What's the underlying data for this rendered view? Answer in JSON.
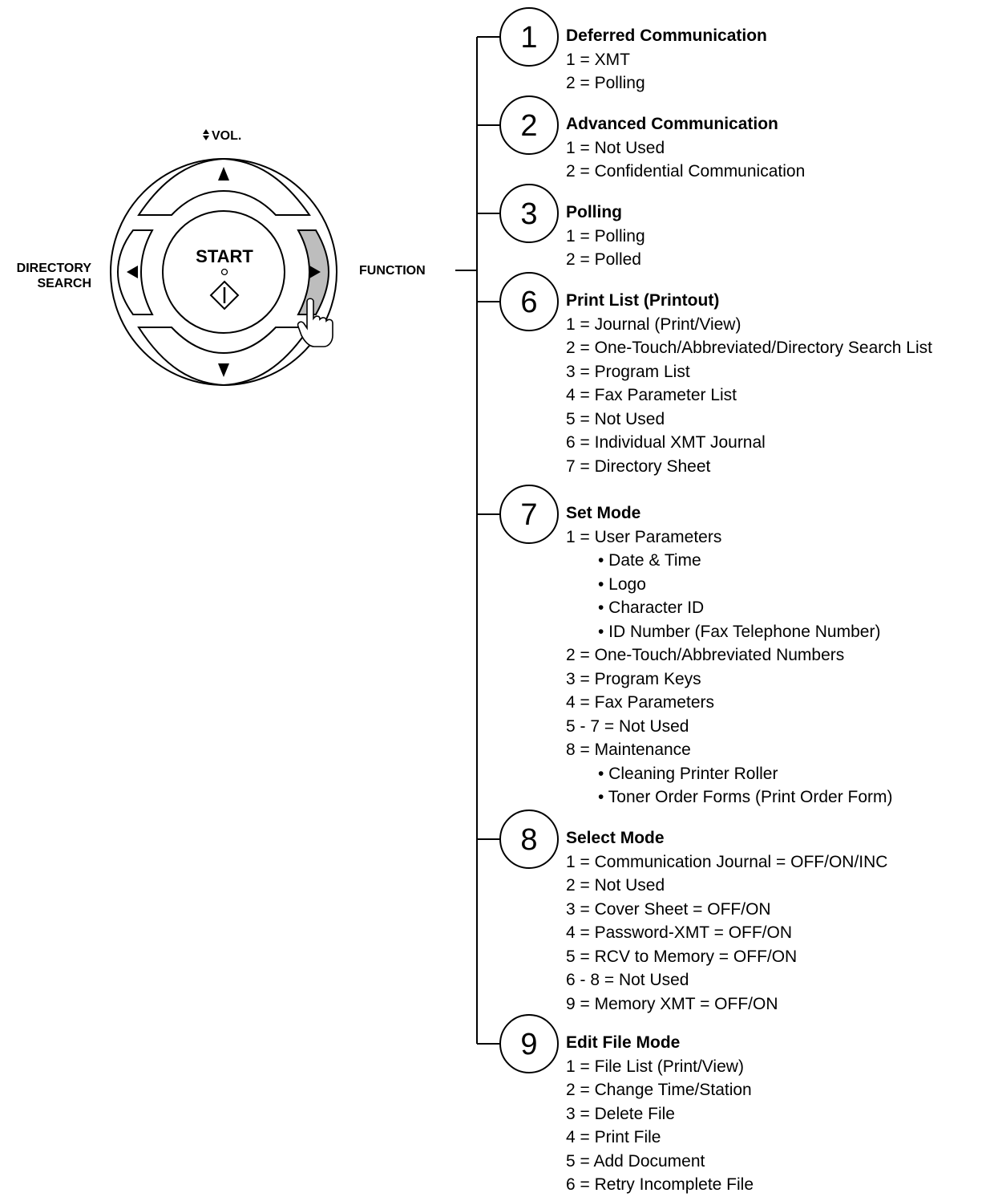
{
  "panel": {
    "vol_label": "VOL.",
    "start_label": "START",
    "directory_search_label": [
      "DIRECTORY",
      "SEARCH"
    ],
    "function_label": "FUNCTION"
  },
  "menus": [
    {
      "number": "1",
      "title": "Deferred Communication",
      "items": [
        {
          "text": "1 = XMT"
        },
        {
          "text": "2 = Polling"
        }
      ]
    },
    {
      "number": "2",
      "title": "Advanced Communication",
      "items": [
        {
          "text": "1 = Not Used"
        },
        {
          "text": "2 = Confidential Communication"
        }
      ]
    },
    {
      "number": "3",
      "title": "Polling",
      "items": [
        {
          "text": "1 = Polling"
        },
        {
          "text": "2 = Polled"
        }
      ]
    },
    {
      "number": "6",
      "title": "Print List (Printout)",
      "items": [
        {
          "text": "1 = Journal (Print/View)"
        },
        {
          "text": "2 = One-Touch/Abbreviated/Directory Search List"
        },
        {
          "text": "3 = Program List"
        },
        {
          "text": "4 = Fax Parameter List"
        },
        {
          "text": "5 = Not Used"
        },
        {
          "text": "6 = Individual XMT Journal"
        },
        {
          "text": "7 = Directory Sheet"
        }
      ]
    },
    {
      "number": "7",
      "title": "Set Mode",
      "items": [
        {
          "text": "1 = User Parameters"
        },
        {
          "text": "• Date & Time",
          "sub": true
        },
        {
          "text": "• Logo",
          "sub": true
        },
        {
          "text": "• Character ID",
          "sub": true
        },
        {
          "text": "• ID Number (Fax Telephone Number)",
          "sub": true
        },
        {
          "text": "2 = One-Touch/Abbreviated Numbers"
        },
        {
          "text": "3 = Program Keys"
        },
        {
          "text": "4 = Fax Parameters"
        },
        {
          "text": "5 - 7 = Not Used"
        },
        {
          "text": "8 = Maintenance"
        },
        {
          "text": "• Cleaning Printer Roller",
          "sub": true
        },
        {
          "text": "• Toner Order Forms (Print Order Form)",
          "sub": true
        }
      ]
    },
    {
      "number": "8",
      "title": "Select Mode",
      "items": [
        {
          "text": "1 = Communication Journal = OFF/ON/INC"
        },
        {
          "text": "2 = Not Used"
        },
        {
          "text": "3 = Cover Sheet = OFF/ON"
        },
        {
          "text": "4 = Password-XMT = OFF/ON"
        },
        {
          "text": "5 = RCV to Memory = OFF/ON"
        },
        {
          "text": "6 - 8 = Not Used"
        },
        {
          "text": "9 = Memory XMT = OFF/ON"
        }
      ]
    },
    {
      "number": "9",
      "title": "Edit File Mode",
      "items": [
        {
          "text": "1 = File List (Print/View)"
        },
        {
          "text": "2 = Change Time/Station"
        },
        {
          "text": "3 = Delete File"
        },
        {
          "text": "4 = Print File"
        },
        {
          "text": "5 = Add Document"
        },
        {
          "text": "6 = Retry Incomplete File"
        }
      ]
    }
  ]
}
